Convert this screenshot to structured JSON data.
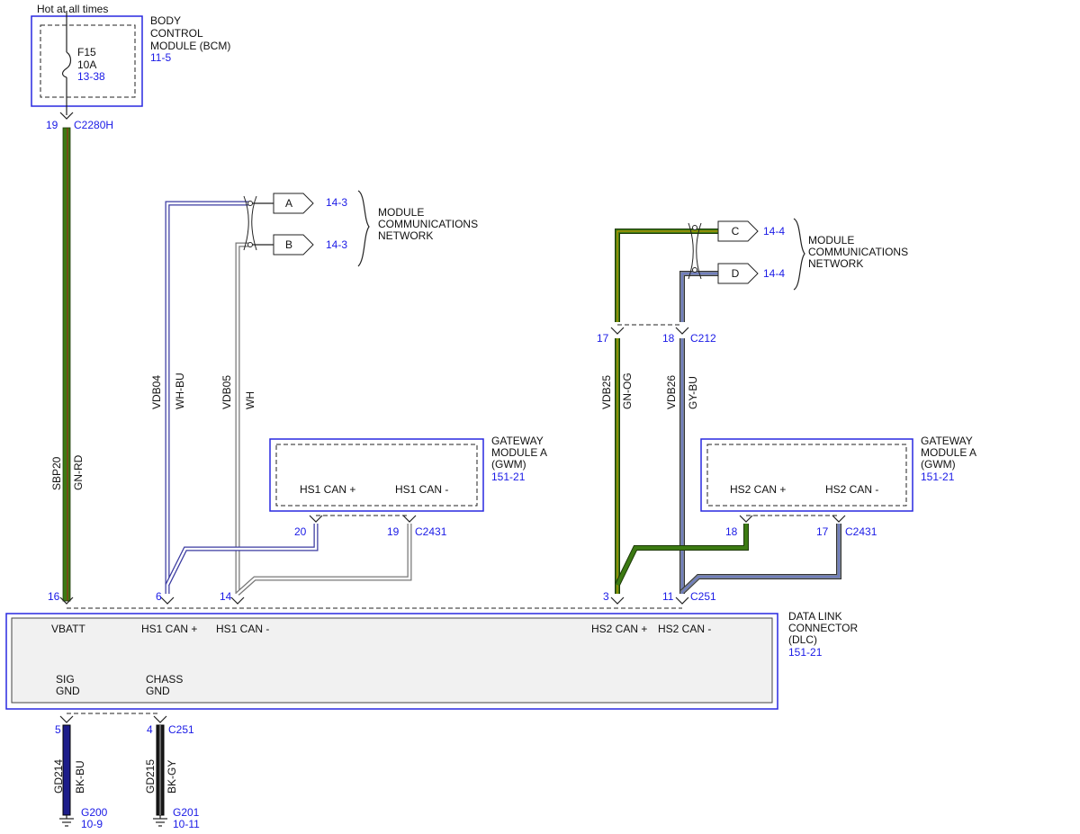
{
  "colors": {
    "green": "#3c7a12",
    "red_tracer": "#9c2a1a",
    "orange_tracer": "#e0a000",
    "blue": "#1d1d8a",
    "white": "#ffffff",
    "gray": "#7b8596",
    "light_blue": "#6b7bd8",
    "black": "#1a1a1a",
    "label_blue": "#1a1ae6",
    "module_border": "#2828e0"
  },
  "header": {
    "hot_label": "Hot at all times"
  },
  "bcm": {
    "name_lines": [
      "BODY",
      "CONTROL",
      "MODULE (BCM)"
    ],
    "ref": "11-5",
    "fuse_id": "F15",
    "fuse_rating": "10A",
    "fuse_ref": "13-38",
    "pin": "19",
    "connector": "C2280H"
  },
  "network_left": {
    "label_lines": [
      "MODULE",
      "COMMUNICATIONS",
      "NETWORK"
    ],
    "tag_a": "A",
    "tag_a_ref": "14-3",
    "tag_b": "B",
    "tag_b_ref": "14-3"
  },
  "network_right": {
    "label_lines": [
      "MODULE",
      "COMMUNICATIONS",
      "NETWORK"
    ],
    "tag_c": "C",
    "tag_c_ref": "14-4",
    "tag_d": "D",
    "tag_d_ref": "14-4"
  },
  "c212": {
    "pin_a": "17",
    "pin_b": "18",
    "connector": "C212"
  },
  "gwm_left": {
    "name_lines": [
      "GATEWAY",
      "MODULE A",
      "(GWM)"
    ],
    "ref": "151-21",
    "pin_plus_label": "HS1 CAN +",
    "pin_minus_label": "HS1 CAN -",
    "pin_plus": "20",
    "pin_minus": "19",
    "connector": "C2431"
  },
  "gwm_right": {
    "name_lines": [
      "GATEWAY",
      "MODULE A",
      "(GWM)"
    ],
    "ref": "151-21",
    "pin_plus_label": "HS2 CAN +",
    "pin_minus_label": "HS2 CAN -",
    "pin_plus": "18",
    "pin_minus": "17",
    "connector": "C2431"
  },
  "wires": {
    "sbp20": {
      "circuit": "SBP20",
      "color": "GN-RD"
    },
    "vdb04": {
      "circuit": "VDB04",
      "color": "WH-BU"
    },
    "vdb05": {
      "circuit": "VDB05",
      "color": "WH"
    },
    "vdb25": {
      "circuit": "VDB25",
      "color": "GN-OG"
    },
    "vdb26": {
      "circuit": "VDB26",
      "color": "GY-BU"
    },
    "gd214": {
      "circuit": "GD214",
      "color": "BK-BU"
    },
    "gd215": {
      "circuit": "GD215",
      "color": "BK-GY"
    }
  },
  "dlc": {
    "name_lines": [
      "DATA LINK",
      "CONNECTOR",
      "(DLC)"
    ],
    "ref": "151-21",
    "connector_top": "C251",
    "connector_bottom": "C251",
    "pins_top": [
      "16",
      "6",
      "14",
      "3",
      "11"
    ],
    "pin_labels": [
      "VBATT",
      "HS1 CAN +",
      "HS1 CAN -",
      "HS2 CAN +",
      "HS2 CAN -"
    ],
    "sig_gnd_lines": [
      "SIG",
      "GND"
    ],
    "chass_gnd_lines": [
      "CHASS",
      "GND"
    ],
    "pins_bottom": [
      "5",
      "4"
    ]
  },
  "grounds": {
    "g200": {
      "id": "G200",
      "ref": "10-9"
    },
    "g201": {
      "id": "G201",
      "ref": "10-11"
    }
  }
}
